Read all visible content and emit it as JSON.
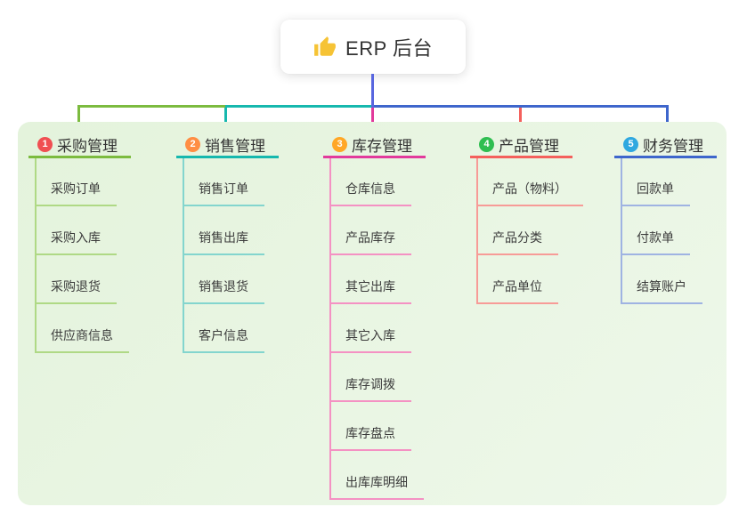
{
  "root": {
    "title": "ERP 后台",
    "icon": "thumbs-up-icon",
    "icon_color": "#F6C335",
    "line_color": "#5866DF"
  },
  "panel": {
    "bg_color": "#E9F5E2"
  },
  "branches": [
    {
      "number": "1",
      "title": "采购管理",
      "badge_color": "#F04F52",
      "line_color": "#7CBB3F",
      "child_line_color": "#AFD985",
      "children": [
        "采购订单",
        "采购入库",
        "采购退货",
        "供应商信息"
      ]
    },
    {
      "number": "2",
      "title": "销售管理",
      "badge_color": "#FF8E44",
      "line_color": "#16B8AE",
      "child_line_color": "#83D5CE",
      "children": [
        "销售订单",
        "销售出库",
        "销售退货",
        "客户信息"
      ]
    },
    {
      "number": "3",
      "title": "库存管理",
      "badge_color": "#FFA726",
      "line_color": "#E23A9C",
      "child_line_color": "#F491C3",
      "children": [
        "仓库信息",
        "产品库存",
        "其它出库",
        "其它入库",
        "库存调拨",
        "库存盘点",
        "出库库明细"
      ]
    },
    {
      "number": "4",
      "title": "产品管理",
      "badge_color": "#2FBE51",
      "line_color": "#F4605C",
      "child_line_color": "#F79B97",
      "children": [
        "产品（物料）",
        "产品分类",
        "产品单位"
      ]
    },
    {
      "number": "5",
      "title": "财务管理",
      "badge_color": "#2FA8E0",
      "line_color": "#3E66CC",
      "child_line_color": "#9FB3E2",
      "children": [
        "回款单",
        "付款单",
        "结算账户"
      ]
    }
  ]
}
